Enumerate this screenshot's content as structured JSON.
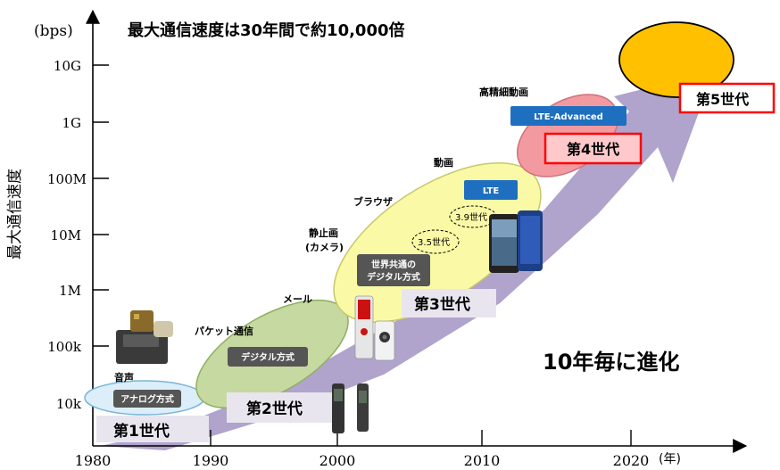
{
  "title": "最大通信速度は30年間で約10,000倍",
  "y_axis": {
    "unit": "(bps)",
    "label": "最大通信速度",
    "ticks": [
      "10k",
      "100k",
      "1M",
      "10M",
      "100M",
      "1G",
      "10G"
    ]
  },
  "x_axis": {
    "unit": "(年)",
    "ticks": [
      "1980",
      "1990",
      "2000",
      "2010",
      "2020"
    ]
  },
  "generations": [
    {
      "label": "第1世代",
      "tech": "アナログ方式",
      "service": "音声"
    },
    {
      "label": "第2世代",
      "tech": "デジタル方式",
      "service": "パケット通信",
      "service2": "メール"
    },
    {
      "label": "第3世代",
      "tech_line1": "世界共通の",
      "tech_line2": "デジタル方式",
      "service_line1": "静止画",
      "service_line2": "(カメラ)",
      "service2": "ブラウザ",
      "sub1": "3.5世代",
      "sub2": "3.9世代"
    },
    {
      "label": "第4世代",
      "tech": "LTE",
      "service": "動画",
      "tech2": "LTE-Advanced",
      "service2": "高精細動画"
    },
    {
      "label": "第5世代"
    }
  ],
  "evolution": "10年毎に進化",
  "colors": {
    "arrow": "#b0a3cc",
    "gen1": "#dbeefa",
    "gen2": "#c6d9a1",
    "gen3": "#fafaa6",
    "gen4": "#f39aa0",
    "gen5": "#ffc000",
    "tag_dark": "#555555",
    "tag_blue": "#1f6fc0",
    "box_red": "#ff0000",
    "box_gray": "#e8e5ee"
  }
}
